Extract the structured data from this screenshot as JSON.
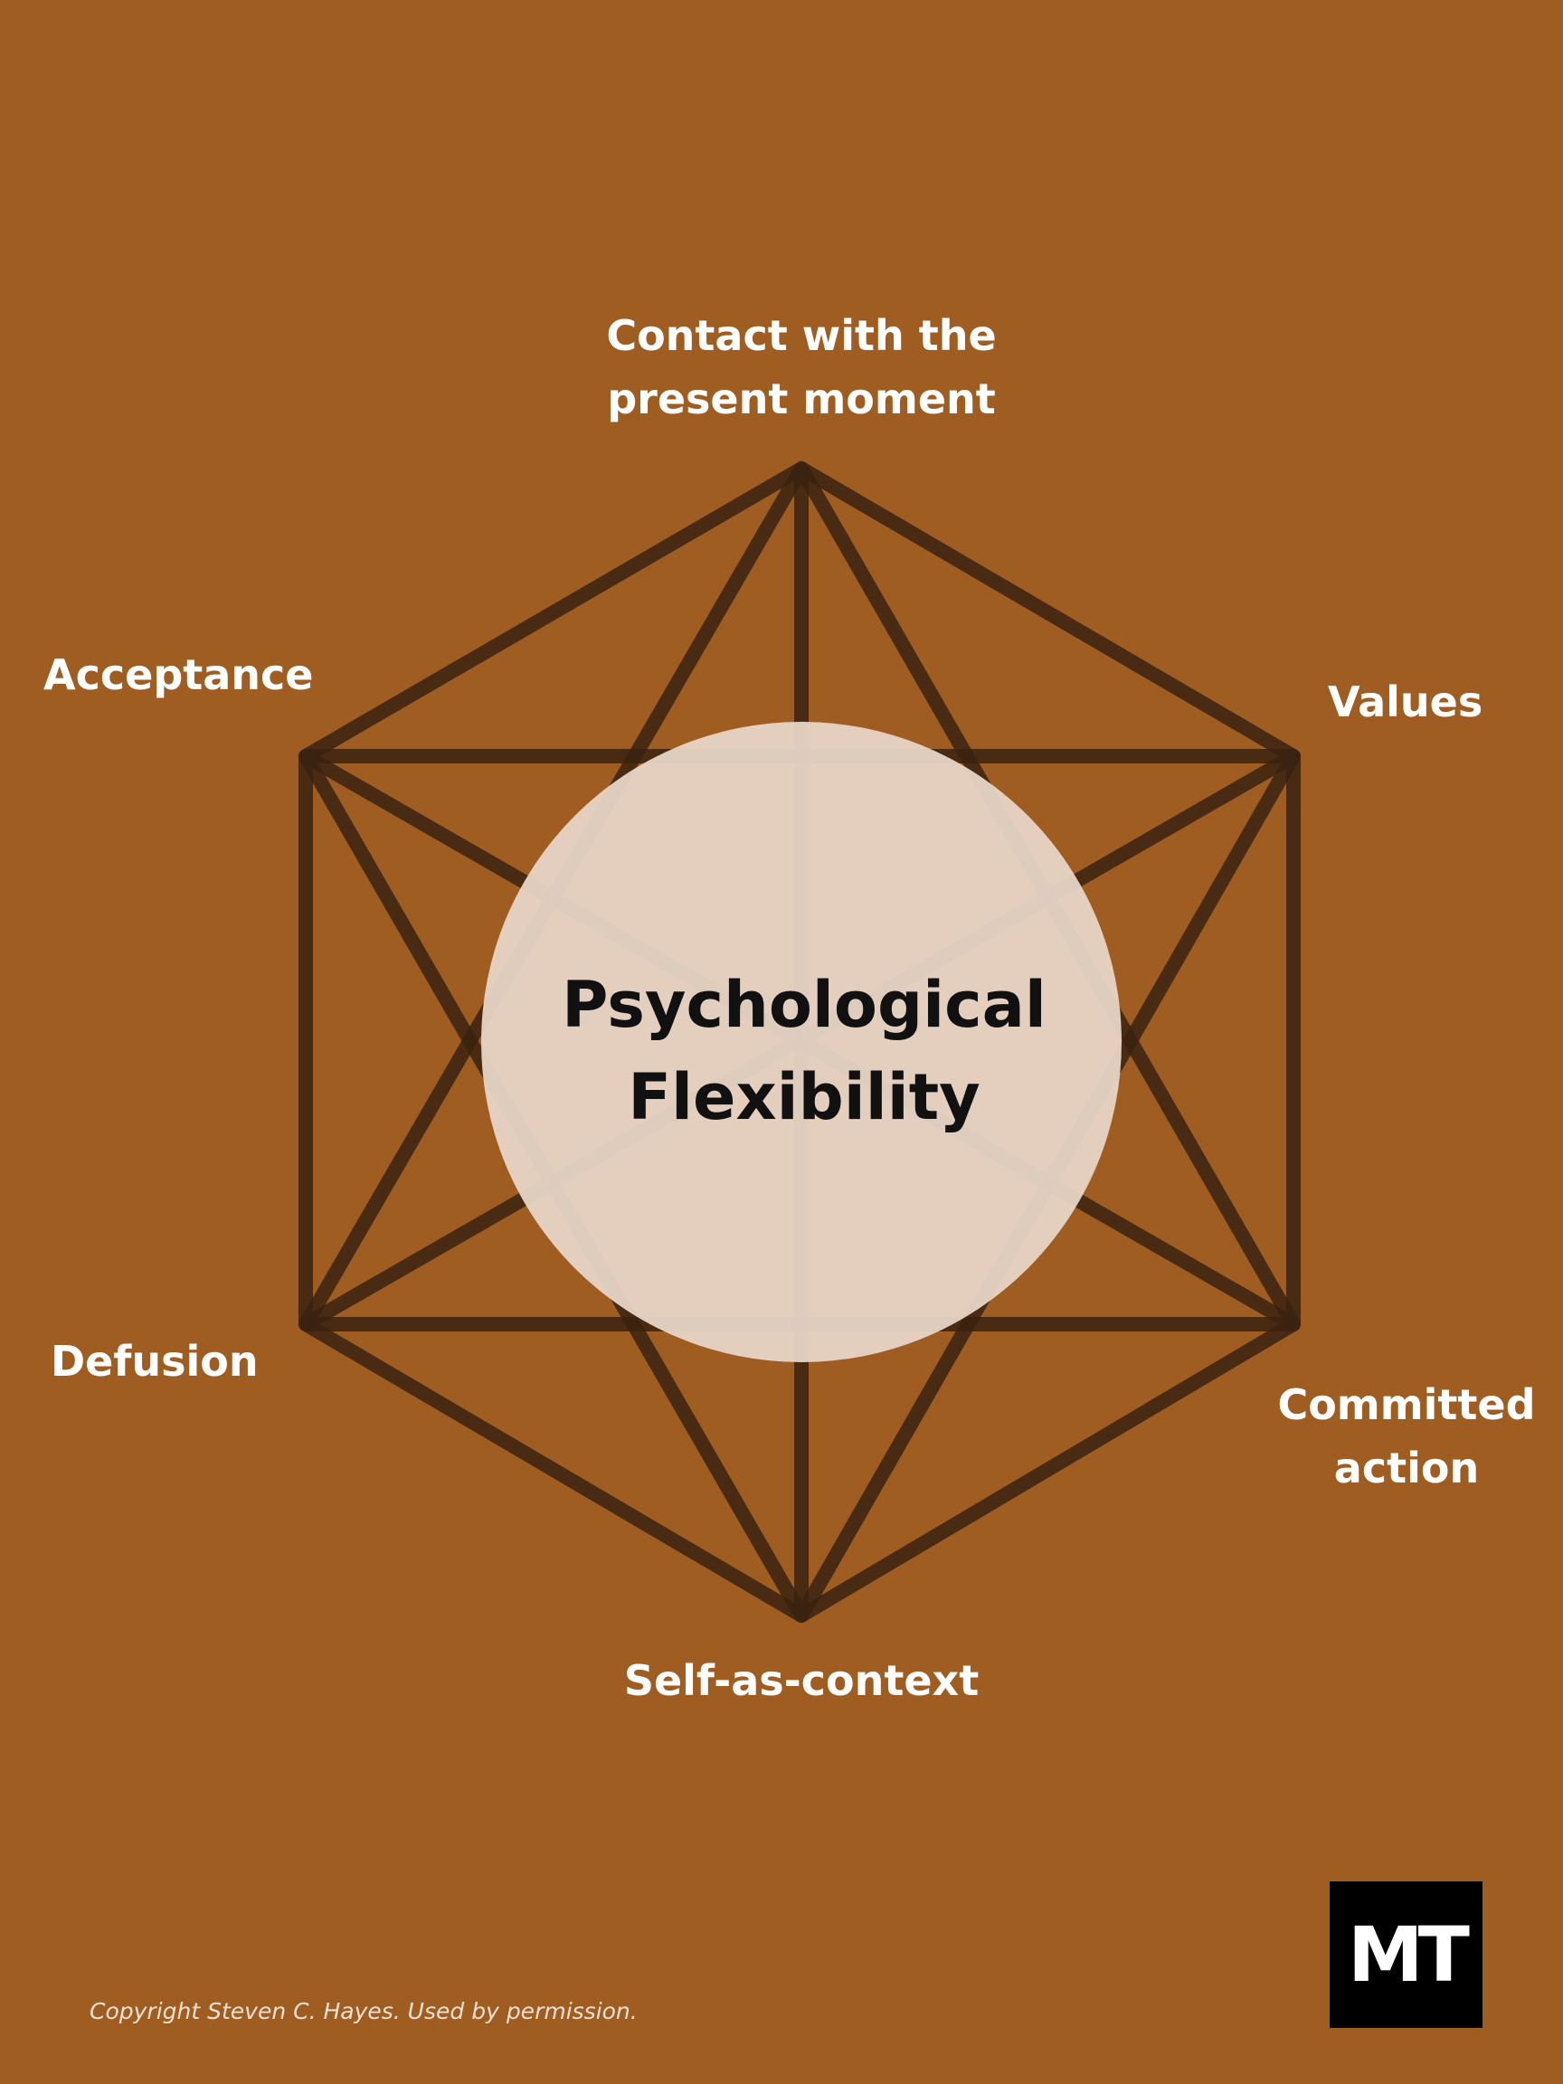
{
  "diagram": {
    "center": {
      "line1": "Psychological",
      "line2": "Flexibility"
    },
    "processes": {
      "top": {
        "line1": "Contact with the",
        "line2": "present moment"
      },
      "upper_left": "Acceptance",
      "upper_right": "Values",
      "lower_left": "Defusion",
      "lower_right": {
        "line1": "Committed",
        "line2": "action"
      },
      "bottom": "Self-as-context"
    }
  },
  "logo": {
    "text": "MT"
  },
  "copyright": "Copyright Steven C. Hayes. Used by permission.",
  "colors": {
    "background": "#a05d22",
    "lines": "#3a2210",
    "center_disc": "#ead8ca",
    "label_text": "#ffffff",
    "center_text": "#111111"
  }
}
